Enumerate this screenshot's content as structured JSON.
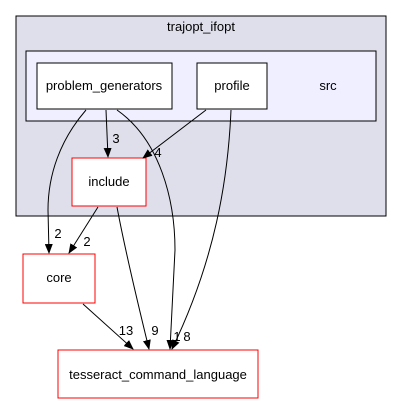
{
  "diagram": {
    "outer_cluster": {
      "label": "trajopt_ifopt",
      "fill": "#dfdfec",
      "stroke": "#000000"
    },
    "src_cluster": {
      "label": "src",
      "fill": "#efefff",
      "stroke": "#000000"
    },
    "nodes": {
      "problem_generators": {
        "label": "problem_generators",
        "stroke": "#000000"
      },
      "profile": {
        "label": "profile",
        "stroke": "#000000"
      },
      "include": {
        "label": "include",
        "stroke": "#ff0000"
      },
      "core": {
        "label": "core",
        "stroke": "#ff0000"
      },
      "tesseract_command_language": {
        "label": "tesseract_command_language",
        "stroke": "#ff0000"
      }
    },
    "edges": {
      "problem_generators_to_include": {
        "label": "3"
      },
      "profile_to_include": {
        "label": "4"
      },
      "problem_generators_to_core": {
        "label": "2"
      },
      "include_to_core": {
        "label": "2"
      },
      "core_to_tcl": {
        "label": "13"
      },
      "include_to_tcl": {
        "label": "9"
      },
      "problem_generators_to_tcl": {
        "label": "1"
      },
      "profile_to_tcl": {
        "label": "8"
      }
    }
  }
}
